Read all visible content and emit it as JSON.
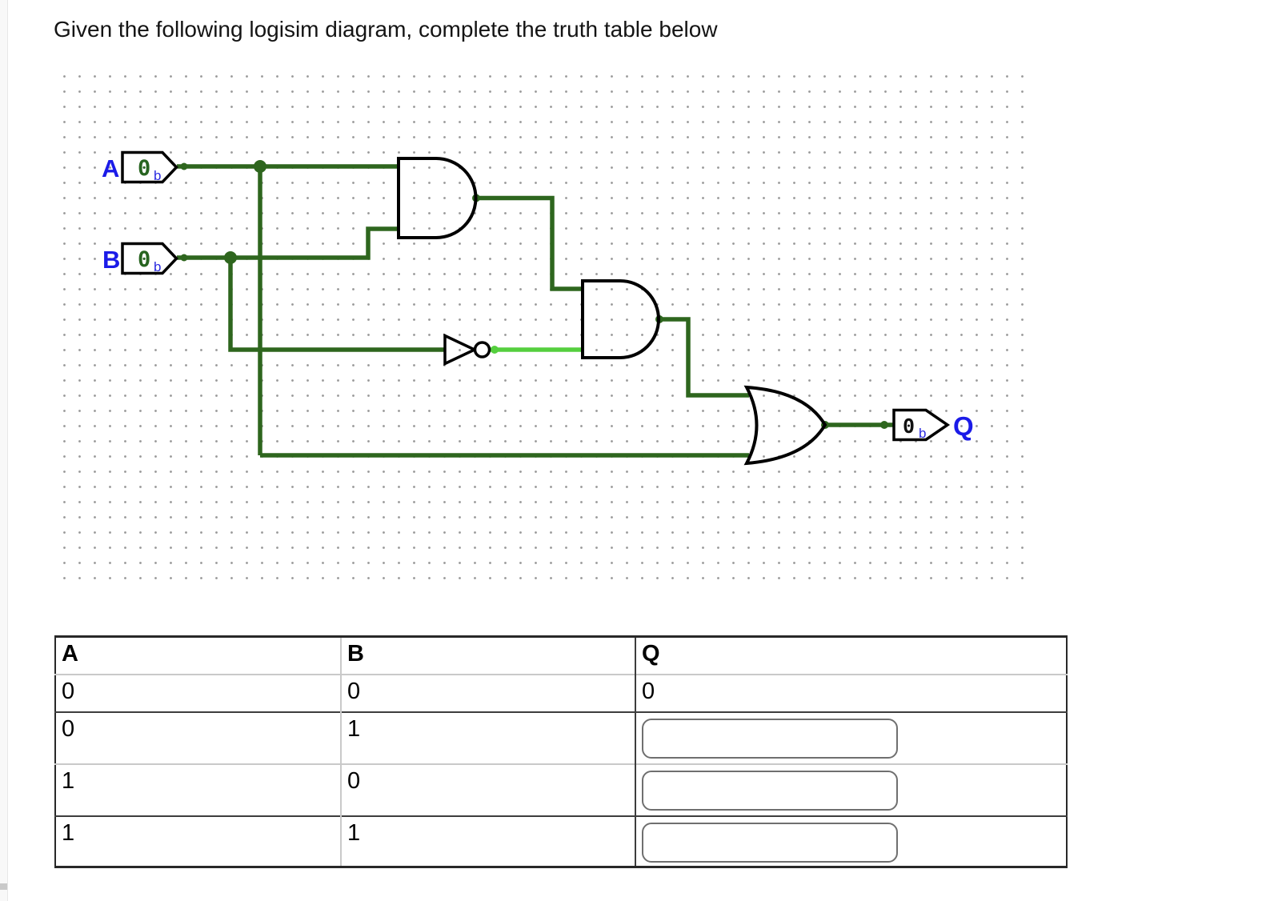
{
  "title": "Given the following logisim diagram, complete the truth table below",
  "colors": {
    "wire_low": "#2e661e",
    "wire_high": "#55cf3e",
    "pin_label_blue": "#1b1be8",
    "pin_value_green": "#27641f"
  },
  "circuit": {
    "pin_a": {
      "label": "A",
      "value": "0",
      "radix": "b"
    },
    "pin_b": {
      "label": "B",
      "value": "0",
      "radix": "b"
    },
    "pin_q": {
      "label": "Q",
      "value": "0",
      "radix": "b"
    },
    "gates": [
      "AND",
      "AND",
      "NOT",
      "OR"
    ]
  },
  "truth_table": {
    "headers": [
      "A",
      "B",
      "Q"
    ],
    "rows": [
      {
        "a": "0",
        "b": "0",
        "q": "0"
      },
      {
        "a": "0",
        "b": "1",
        "q": ""
      },
      {
        "a": "1",
        "b": "0",
        "q": ""
      },
      {
        "a": "1",
        "b": "1",
        "q": ""
      }
    ]
  }
}
